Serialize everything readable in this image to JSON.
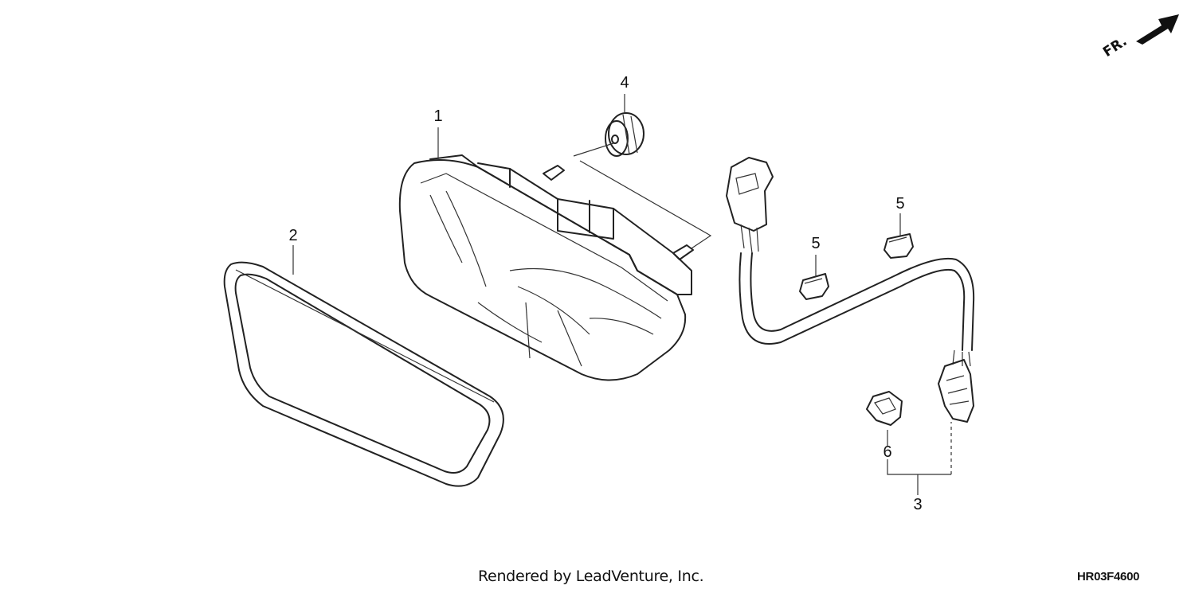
{
  "callouts": {
    "c1": "1",
    "c2": "2",
    "c3": "3",
    "c4": "4",
    "c5a": "5",
    "c5b": "5",
    "c6": "6"
  },
  "direction": {
    "label": "FR.",
    "icon": "forward-arrow-icon"
  },
  "footer": {
    "credit": "Rendered by LeadVenture, Inc.",
    "code": "HR03F4600"
  }
}
